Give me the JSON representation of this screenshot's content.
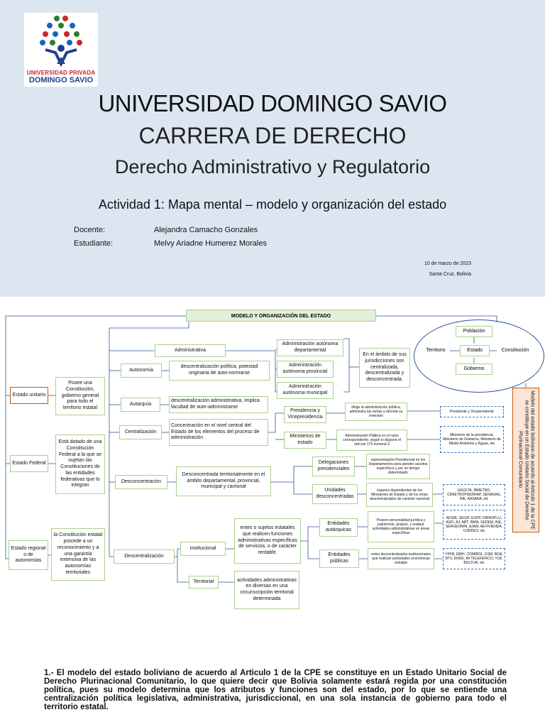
{
  "logo": {
    "line1": "UNIVERSIDAD PRIVADA",
    "line2": "DOMINGO SAVIO"
  },
  "header": {
    "university": "UNIVERSIDAD DOMINGO SAVIO",
    "career": "CARRERA DE DERECHO",
    "subject": "Derecho Administrativo y Regulatorio",
    "activity": "Actividad 1: Mapa mental – modelo y organización del estado",
    "docente_label": "Docente:",
    "docente_value": "Alejandra Camacho Gonzales",
    "estudiante_label": "Estudiante:",
    "estudiante_value": "Melvy Ariadne Humerez Morales",
    "date": "10 de marzo de 2023",
    "place": "Santa Cruz, Bolivia"
  },
  "map": {
    "title": "MODELO Y ORGANIZACIÓN DEL ESTADO",
    "estado_unitario": "Estado unitario",
    "estado_unitario_desc": "Posee una Constitución, gobierno general para todo el territorio estatal",
    "estado_federal": "Estado Federal",
    "estado_federal_desc": "Está dotado de una Constitución Federal a la que se sujetan las Constituciones de las entidades federativas que lo integran",
    "estado_regional": "Estado regional o de autonomías",
    "estado_regional_desc": "la Constitución estatal procede a un reconocimiento y a una garantía extensiva de las autonomías territoriales",
    "administrativa": "Administrativa",
    "autonomia": "Autonomía",
    "autonomia_desc": "descentralización política, potestad originaria de auto-normarse",
    "adm_departamental": "Administración autónoma departamental",
    "adm_provincial": "Administración autónoma provincial",
    "adm_municipal": "Administración autónoma municipal",
    "ambito_desc": "En el ámbito de sus jurisdicciones son centralizada, descentralizada y desconcentrada.",
    "autarquia": "Autarquía",
    "autarquia_desc": "descentralización administrativa, implica facultad de auto-administrarse",
    "centralizacion": "Centralización",
    "centralizacion_desc": "Concentración en el nivel central del Estado de los elementos del proceso de administración",
    "presidencia": "Presidencia y Vicepresidencia",
    "presidencia_desc": "dirige la administración pública, administra las rentas y decreta su inversión",
    "presidencia_ex": "Presidente y Vicepresidente",
    "ministerios": "Ministerios de estado",
    "ministerios_desc": "Administración Pública en el ramo correspondiente, según lo dispone el artículo 175 numeral 3",
    "ministerios_ex": "Ministerio de la presidencia, Ministerio de Gobierno, Ministerio de Medio Ambiente y Aguas, etc",
    "desconcentracion": "Desconcentración",
    "desconcentracion_desc": "Desconcentrada territorialmente en el ámbito departamental, provincial, municipal y cantonal",
    "delegaciones": "Delegaciones presidenciales",
    "delegaciones_desc": "representación Presidencial en los Departamentos para atender asuntos específicos y por un tiempo determinado",
    "unidades": "Unidades desconcentradas",
    "unidades_desc": "órganos dependientes de los Ministerios de Estado y de los entes descentralizados de carácter nacional",
    "unidades_ex": "GACETA, IBMETRO, CENETROPSERNAP, SENASAG, INE, AASANA, etc",
    "descentralizacion": "Descentralización",
    "institucional": "Institucional",
    "institucional_desc": "entes o sujetos estatales que realicen funciones administrativas específicas de servicios, o de carácter rentable.",
    "autarquicas": "Entidades autárquicas",
    "autarquicas_desc": "Poseen personalidad jurídica y patrimonio, propios, y realizar actividades administrativas en áreas específicas",
    "autarquicas_ex": "ADSIB, SEGIP, EGPP, DIRNOPLU, ASFI, AJ, ABT, INRA, SEDEM, INE, SERGEOMIN, AJAM, AEVIVIENDA, CORDES, etc",
    "publicas": "Entidades públicas",
    "publicas_desc": "entes descentralizados institucionales que realizan actividades económicas rentable",
    "publicas_ex": "YPFB, EBIH, COMIBOL, ESM, BOA, BTV, ENDE, MI TELEFERICO, YLB, BOLTUR, etc",
    "territorial": "Territorial",
    "territorial_desc": "actividades administrativas en diversas en una circunscripción territorial determinada",
    "poblacion": "Población",
    "territorio": "Territorio",
    "estado": "Estado",
    "constitucion": "Constitución",
    "gobierno": "Gobierno",
    "vertical_text": "Modelo del estado boliviano de acuerdo al Artículo 1 de la CPE se constituye en un Estado Unitario Social de Derecho Plurinacional Comunitario."
  },
  "paragraph": "1.- El modelo del estado boliviano de acuerdo al Articulo 1 de la CPE se constituye en un Estado Unitario Social de Derecho Plurinacional Comunitario, lo que quiere decir que Bolivia solamente estará regida por una constitución política, pues su modelo determina que los atributos y funciones son del estado, por lo que se entiende una centralización política legislativa, administrativa, jurisdiccional, en una sola instancia de gobierno para todo el territorio estatal."
}
